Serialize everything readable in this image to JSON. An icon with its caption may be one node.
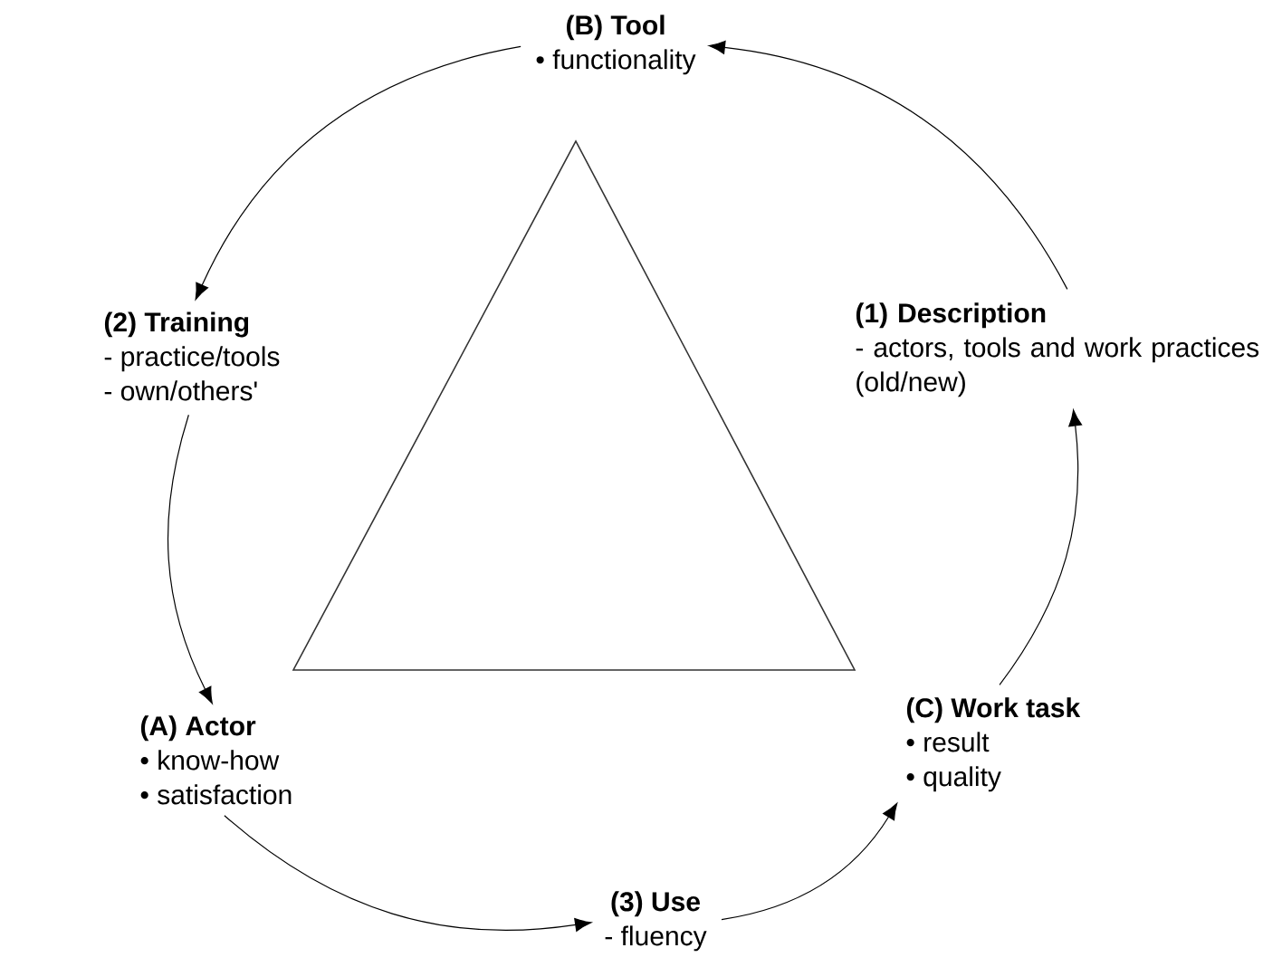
{
  "diagram": {
    "nodes": [
      {
        "text": [
          "(B) Tool",
          "• functionality"
        ]
      },
      {
        "text": [
          "(2) Training",
          "- practice/tools",
          "- own/others'"
        ]
      },
      {
        "text": [
          "(1) Description",
          "- actors, tools and work practices (old/new)"
        ]
      },
      {
        "text": [
          "(A) Actor",
          "• know-how",
          "• satisfaction"
        ]
      },
      {
        "text": [
          "(C) Work task",
          "• result",
          "• quality"
        ]
      },
      {
        "text": [
          "(3) Use",
          "- fluency"
        ]
      }
    ],
    "edges": [
      {
        "from": 0,
        "to": 1,
        "arrow": "to"
      },
      {
        "from": 1,
        "to": 3,
        "arrow": "to"
      },
      {
        "from": 3,
        "to": 5,
        "arrow": "to"
      },
      {
        "from": 5,
        "to": 4,
        "arrow": "to"
      },
      {
        "from": 4,
        "to": 2,
        "arrow": "to"
      },
      {
        "from": 2,
        "to": 0,
        "arrow": "to"
      }
    ]
  }
}
